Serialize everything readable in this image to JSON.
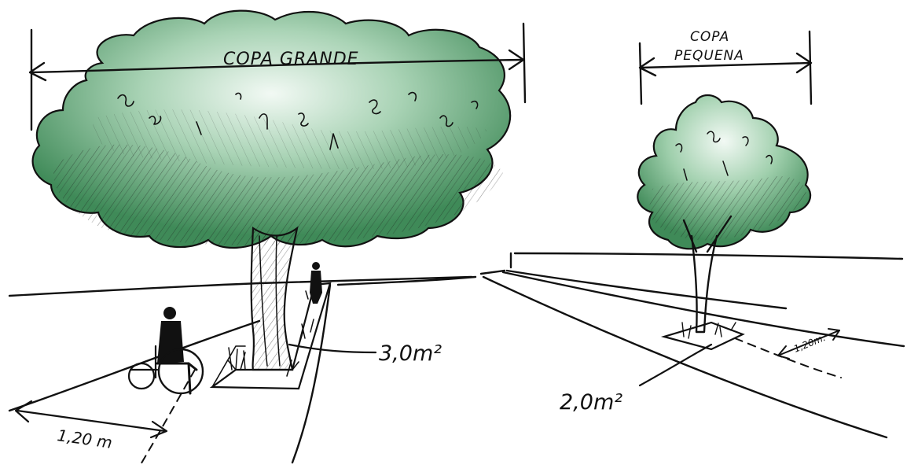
{
  "labels": {
    "large_canopy": "COPA GRANDE",
    "small_canopy_line1": "COPA",
    "small_canopy_line2": "PEQUENA",
    "large_pit_area": "3,0m²",
    "small_pit_area": "2,0m²",
    "sidewalk_left": "1,20 m",
    "sidewalk_right": "1,20m."
  },
  "colors": {
    "ink": "#111111",
    "foliage_light": "#e9f4ec",
    "foliage_dark": "#4e9a66"
  }
}
